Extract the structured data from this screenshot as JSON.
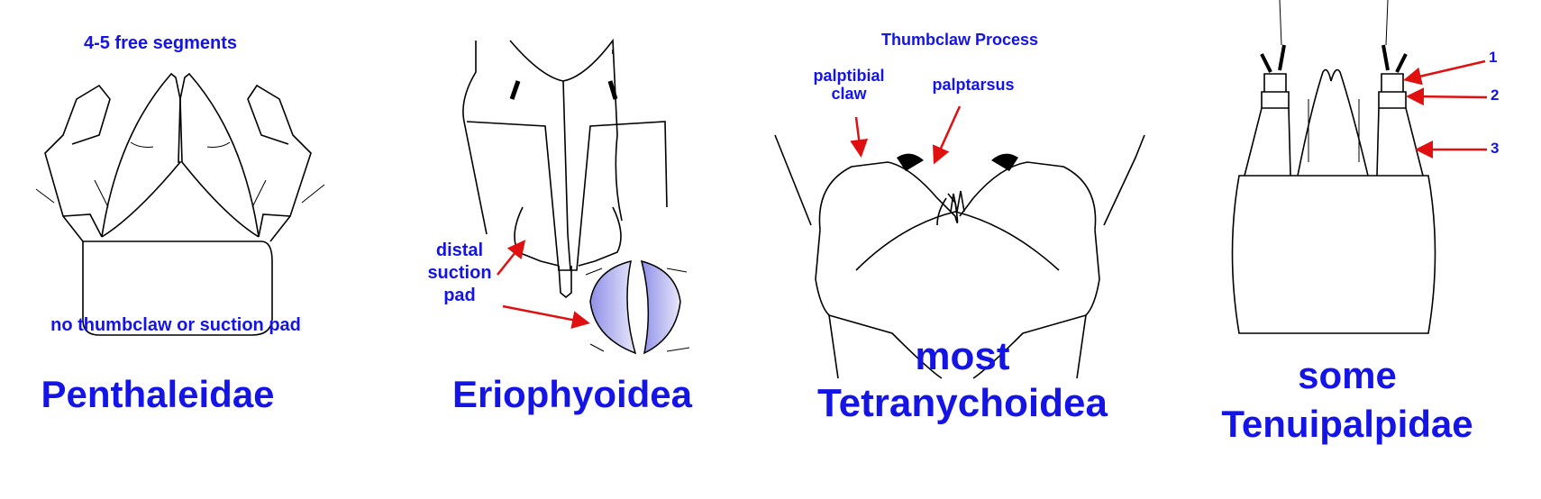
{
  "panels": [
    {
      "taxon": "Penthaleidae",
      "top_label": "4-5 free segments",
      "bottom_note": "no thumbclaw or suction pad"
    },
    {
      "taxon": "Eriophyoidea",
      "pointer_label_lines": [
        "distal",
        "suction",
        "pad"
      ]
    },
    {
      "taxon_lines": [
        "most",
        "Tetranychoidea"
      ],
      "title": "Thumbclaw Process",
      "palptibial_claw_lines": [
        "palptibial",
        "claw"
      ],
      "palptarsus": "palptarsus"
    },
    {
      "taxon_lines": [
        "some",
        "Tenuipalpidae"
      ],
      "segment_numbers": [
        "1",
        "2",
        "3"
      ]
    }
  ],
  "colors": {
    "label": "#1414e6",
    "arrow": "#e01010",
    "pad_fill": "#a9a9f0"
  }
}
